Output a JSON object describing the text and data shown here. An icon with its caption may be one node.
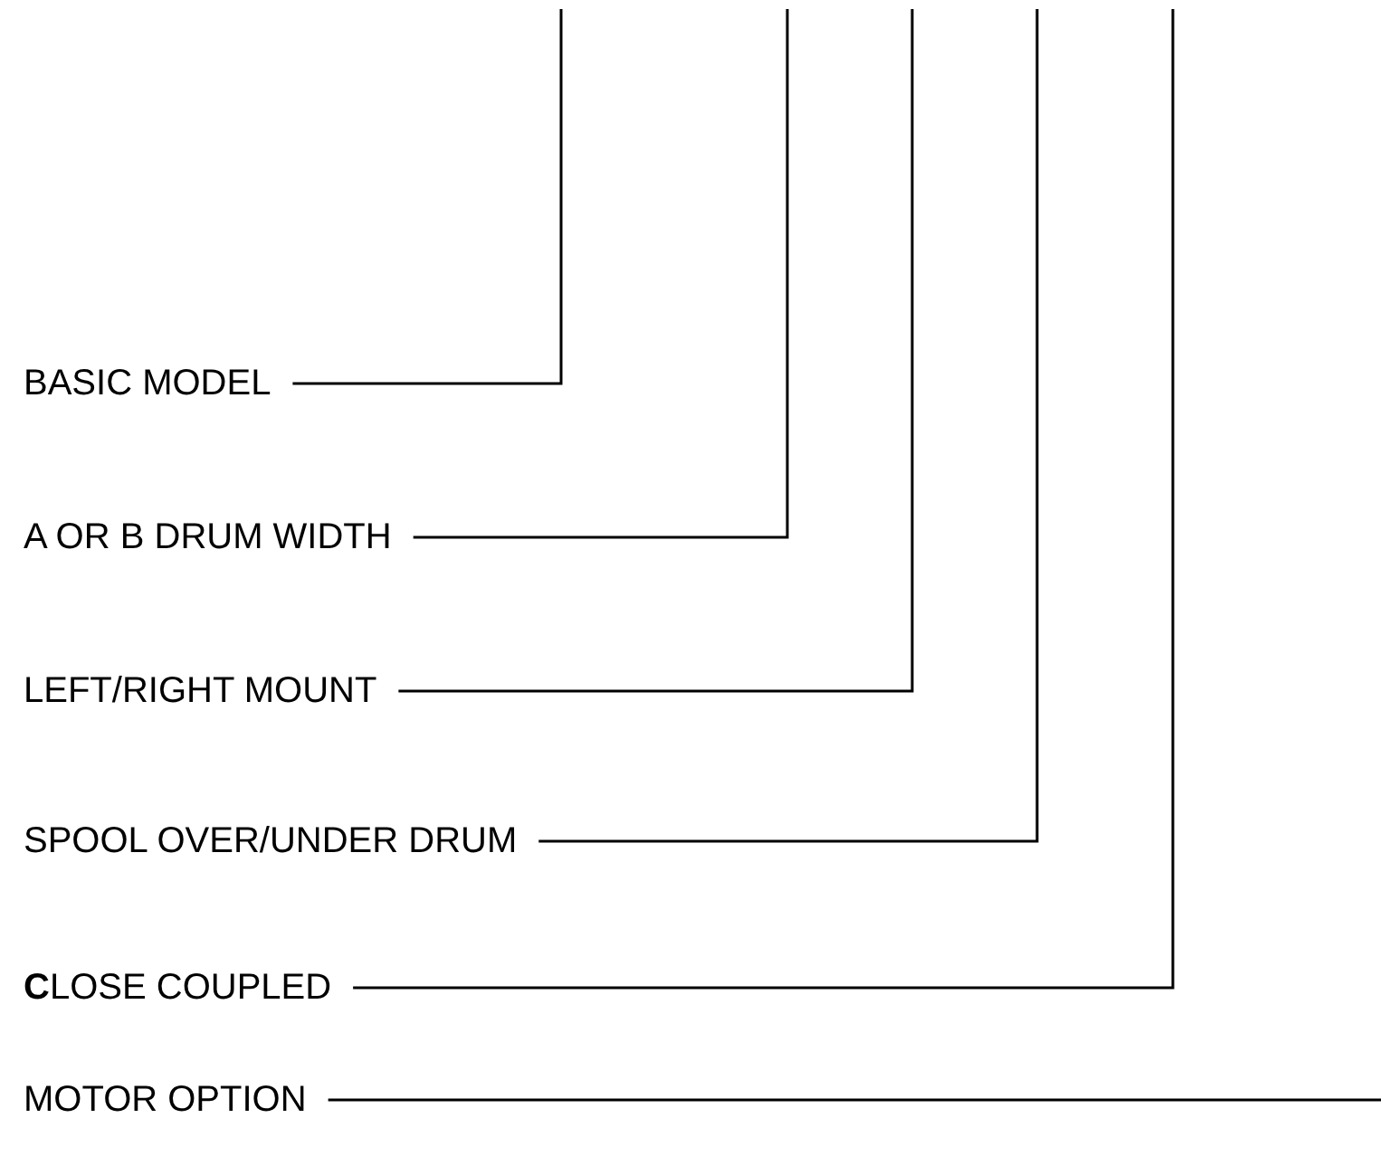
{
  "diagram": {
    "nodes": [
      {
        "text": [
          "BASIC MODEL"
        ]
      },
      {
        "text": [
          "A OR B DRUM WIDTH"
        ]
      },
      {
        "text": [
          "LEFT/RIGHT MOUNT"
        ]
      },
      {
        "text": [
          "SPOOL OVER/UNDER DRUM"
        ]
      },
      {
        "text": [
          "**C**LOSE COUPLED"
        ]
      },
      {
        "text": [
          "MOTOR OPTION"
        ]
      }
    ],
    "edges": [
      {
        "from": 0,
        "to": null,
        "arrow": "none"
      },
      {
        "from": 1,
        "to": null,
        "arrow": "none"
      },
      {
        "from": 2,
        "to": null,
        "arrow": "none"
      },
      {
        "from": 3,
        "to": null,
        "arrow": "none"
      },
      {
        "from": 4,
        "to": null,
        "arrow": "none"
      },
      {
        "from": 5,
        "to": null,
        "arrow": "none"
      }
    ]
  }
}
